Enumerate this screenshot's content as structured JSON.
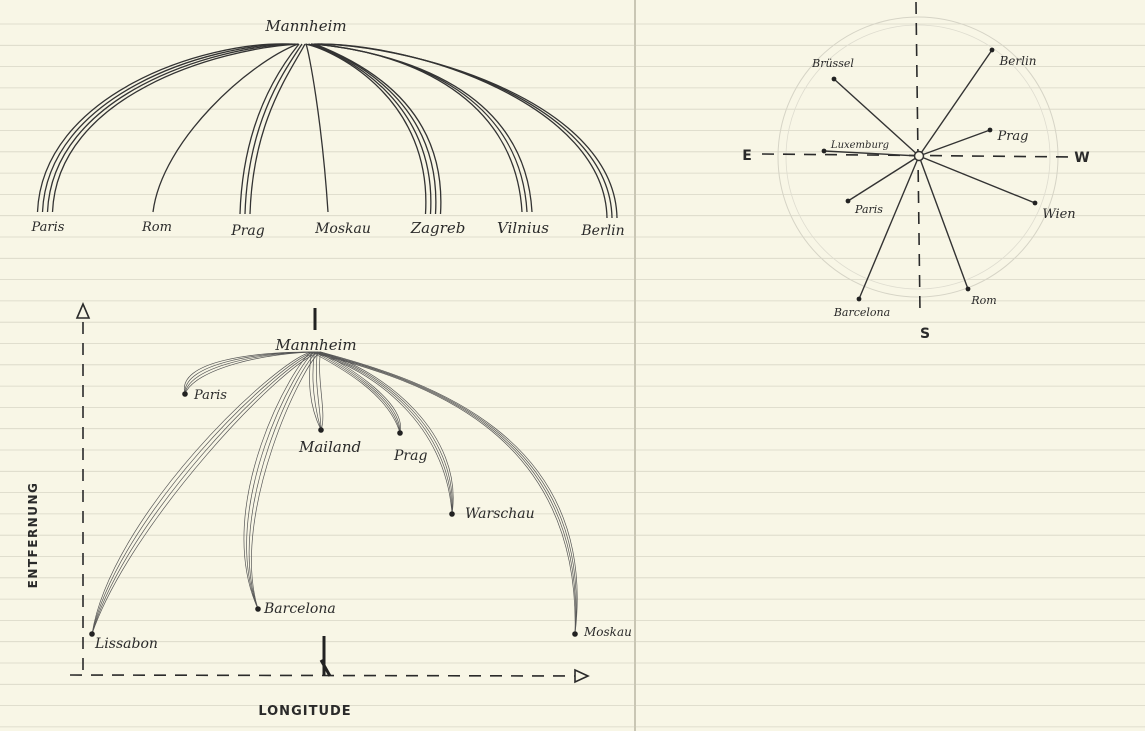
{
  "arc_diagram": {
    "origin": "Mannheim",
    "destinations": [
      {
        "name": "Paris",
        "strands": 4
      },
      {
        "name": "Rom",
        "strands": 1
      },
      {
        "name": "Prag",
        "strands": 3
      },
      {
        "name": "Moskau",
        "strands": 1
      },
      {
        "name": "Zagreb",
        "strands": 4
      },
      {
        "name": "Vilnius",
        "strands": 3
      },
      {
        "name": "Berlin",
        "strands": 3
      }
    ]
  },
  "flow_map": {
    "origin": "Mannheim",
    "y_axis_label": "ENTFERNUNG",
    "x_axis_label": "LONGITUDE",
    "destinations": [
      {
        "name": "Paris"
      },
      {
        "name": "Mailand"
      },
      {
        "name": "Prag"
      },
      {
        "name": "Warschau"
      },
      {
        "name": "Barcelona"
      },
      {
        "name": "Lissabon"
      },
      {
        "name": "Moskau"
      }
    ]
  },
  "compass": {
    "east_label": "E",
    "west_label": "W",
    "south_label": "S",
    "cities": [
      {
        "name": "Brüssel",
        "weight": 1
      },
      {
        "name": "Berlin",
        "weight": 1
      },
      {
        "name": "Luxemburg",
        "weight": 2
      },
      {
        "name": "Prag",
        "weight": 3
      },
      {
        "name": "Paris",
        "weight": 3
      },
      {
        "name": "Wien",
        "weight": 1
      },
      {
        "name": "Barcelona",
        "weight": 1
      },
      {
        "name": "Rom",
        "weight": 1
      }
    ]
  },
  "colors": {
    "paper": "#f8f6e6",
    "ink": "#2a2a2a",
    "rule_line": "#d8d6c6"
  }
}
